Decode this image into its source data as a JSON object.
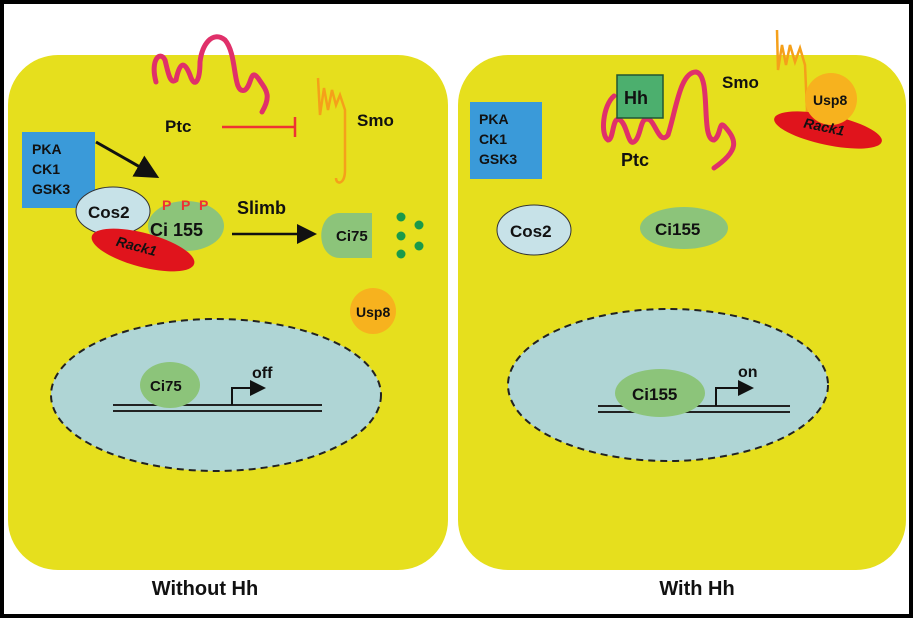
{
  "left_panel": {
    "caption": "Without Hh",
    "ptc": "Ptc",
    "smo": "Smo",
    "kinases": [
      "PKA",
      "CK1",
      "GSK3"
    ],
    "cos2": "Cos2",
    "ci155": "Ci 155",
    "phospho": [
      "P",
      "P",
      "P"
    ],
    "rack1": "Rack1",
    "slimb": "Slimb",
    "ci75": "Ci75",
    "usp8": "Usp8",
    "nuclear_ci": "Ci75",
    "transcription": "off"
  },
  "right_panel": {
    "caption": "With Hh",
    "hh": "Hh",
    "ptc": "Ptc",
    "smo": "Smo",
    "usp8": "Usp8",
    "rack1": "Rack1",
    "kinases": [
      "PKA",
      "CK1",
      "GSK3"
    ],
    "cos2": "Cos2",
    "ci155": "Ci155",
    "nuclear_ci": "Ci155",
    "transcription": "on"
  },
  "colors": {
    "cell": "#e6df1d",
    "ptc": "#e0306a",
    "smo": "#f5a01a",
    "kinase_box": "#3a9ad9",
    "ci": "#8cc47a",
    "cos2": "#c7e2e8",
    "rack1": "#e0141c",
    "usp8": "#f7b21e",
    "nucleus": "#afd5d5"
  }
}
